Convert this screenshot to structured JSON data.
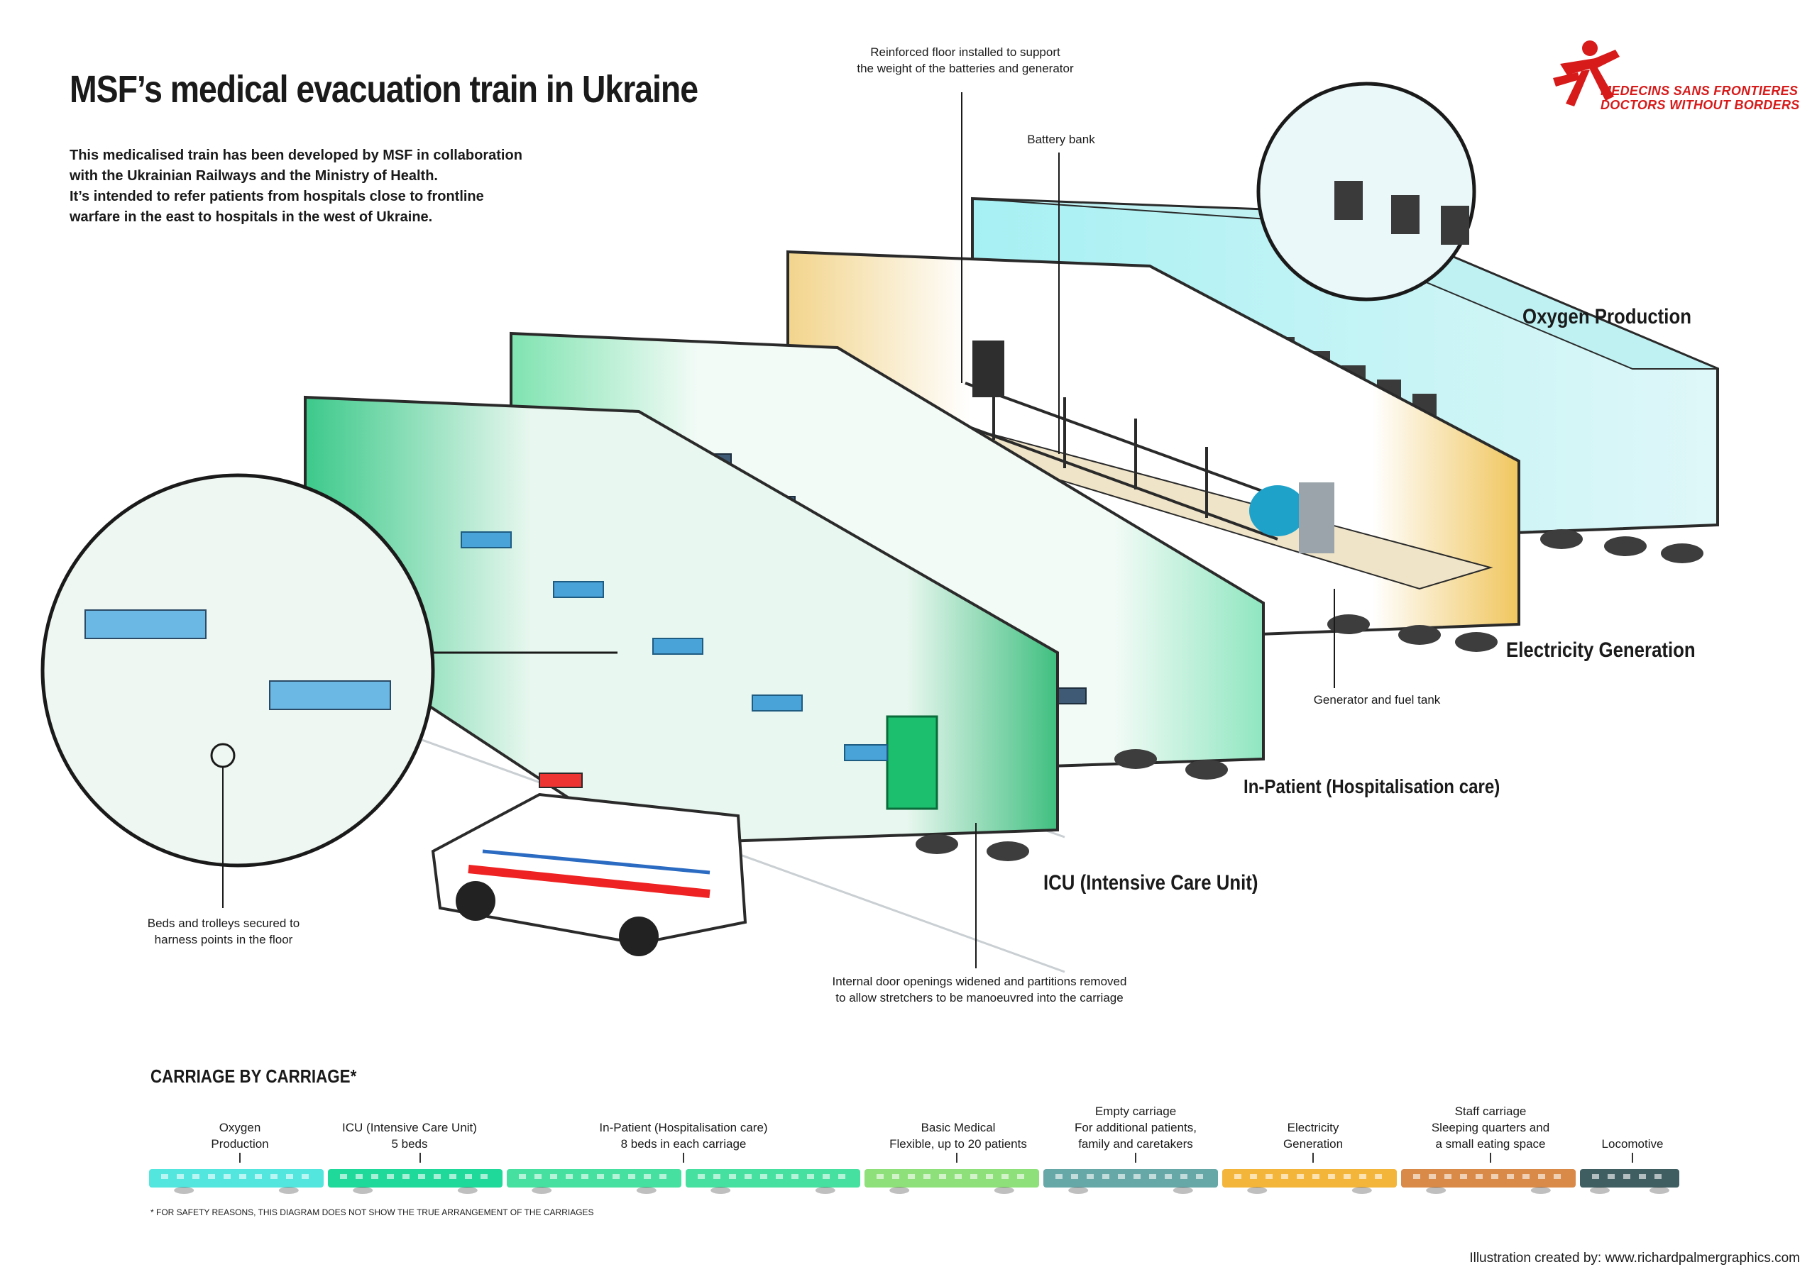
{
  "title": "MSF’s medical evacuation train in Ukraine",
  "intro": {
    "line1": "This medicalised train has been developed by MSF in collaboration",
    "line2": "with the Ukrainian Railways and the Ministry of Health.",
    "line3": "It’s intended to refer patients from hospitals close to frontline",
    "line4": "warfare in the east to hospitals in the west of Ukraine."
  },
  "logo": {
    "line1": "MEDECINS SANS FRONTIERES",
    "line2": "DOCTORS WITHOUT BORDERS",
    "color": "#d71a1a"
  },
  "callouts": {
    "reinforced_floor_1": "Reinforced floor installed to support",
    "reinforced_floor_2": "the weight of the batteries and generator",
    "battery_bank": "Battery bank",
    "generator_fuel": "Generator and fuel tank",
    "beds_secured_1": "Beds and trolleys secured to",
    "beds_secured_2": "harness points in the floor",
    "door_openings_1": "Internal door openings widened and partitions removed",
    "door_openings_2": "to allow stretchers to be manoeuvred into the carriage"
  },
  "carriage_labels": {
    "oxygen": "Oxygen Production",
    "electricity": "Electricity Generation",
    "inpatient": "In-Patient (Hospitalisation care)",
    "icu": "ICU (Intensive Care Unit)"
  },
  "carriage_by_carriage": {
    "title": "CARRIAGE BY CARRIAGE*",
    "items": [
      {
        "line1": "Oxygen",
        "line2": "Production",
        "line3": "",
        "color": "#52e6de"
      },
      {
        "line1": "ICU (Intensive Care Unit)",
        "line2": "5 beds",
        "line3": "",
        "color": "#1ed99a"
      },
      {
        "line1": "In-Patient (Hospitalisation care)",
        "line2": "8 beds in each carriage",
        "line3": "",
        "color": "#46e0a0"
      },
      {
        "line1": "",
        "line2": "",
        "line3": "",
        "color": "#46e0a0"
      },
      {
        "line1": "Basic Medical",
        "line2": "Flexible, up to 20 patients",
        "line3": "",
        "color": "#8ee07a"
      },
      {
        "line1": "Empty carriage",
        "line2": "For additional patients,",
        "line3": "family and caretakers",
        "color": "#66a7a7"
      },
      {
        "line1": "Electricity",
        "line2": "Generation",
        "line3": "",
        "color": "#f4b63a"
      },
      {
        "line1": "Staff carriage",
        "line2": "Sleeping quarters and",
        "line3": "a small eating space",
        "color": "#d98a48"
      },
      {
        "line1": "Locomotive",
        "line2": "",
        "line3": "",
        "color": "#3f5e62"
      }
    ],
    "footnote": "* FOR SAFETY REASONS, THIS DIAGRAM DOES NOT SHOW THE TRUE ARRANGEMENT OF THE CARRIAGES"
  },
  "credit": "Illustration created by:  www.richardpalmergraphics.com"
}
